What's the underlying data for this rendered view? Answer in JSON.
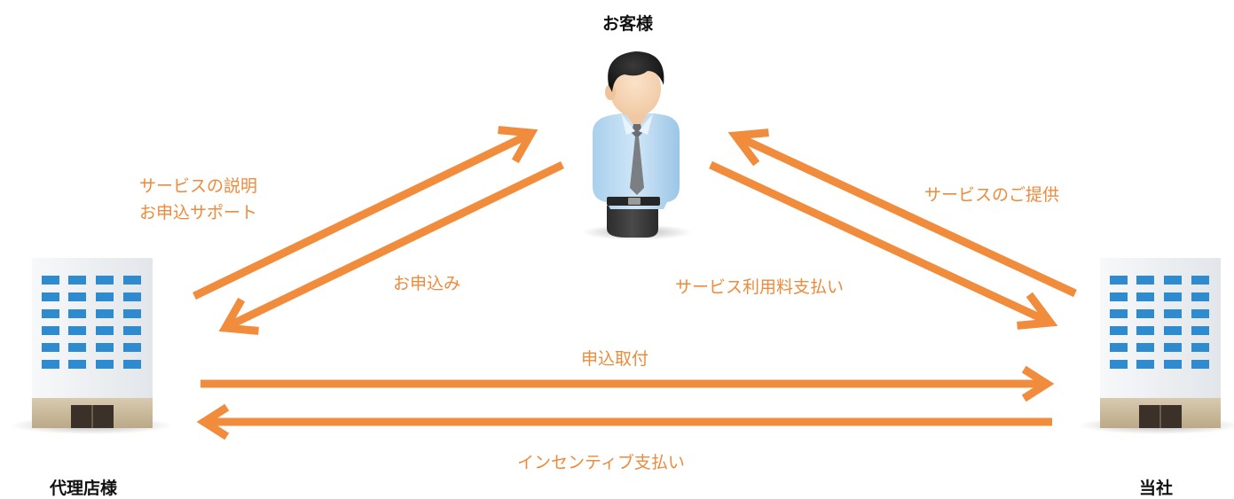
{
  "colors": {
    "arrow": "#f08c3c",
    "label_text": "#ee8a3a",
    "node_text": "#111111"
  },
  "nodes": {
    "customer": {
      "label": "お客様",
      "icon": "person-icon"
    },
    "agency": {
      "label": "代理店様",
      "icon": "building-icon"
    },
    "company": {
      "label": "当社",
      "icon": "building-icon"
    }
  },
  "flows": {
    "service_explanation": {
      "line1": "サービスの説明",
      "line2": "お申込サポート"
    },
    "application": {
      "label": "お申込み"
    },
    "service_provision": {
      "label": "サービスのご提供"
    },
    "service_fee_payment": {
      "label": "サービス利用料支払い"
    },
    "application_intake": {
      "label": "申込取付"
    },
    "incentive_payment": {
      "label": "インセンティブ支払い"
    }
  }
}
